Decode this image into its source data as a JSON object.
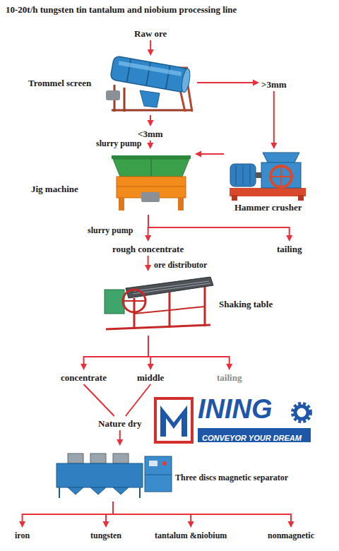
{
  "diagram": {
    "title": "10-20t/h tungsten tin tantalum and niobium processing line",
    "nodes": [
      {
        "text": [
          "Raw ore"
        ]
      },
      {
        "text": [
          "Trommel screen"
        ]
      },
      {
        "text": [
          ">3mm"
        ]
      },
      {
        "text": [
          "<3mm"
        ]
      },
      {
        "text": [
          "Hammer crusher"
        ]
      },
      {
        "text": [
          "Jig machine"
        ]
      },
      {
        "text": [
          "rough concentrate"
        ]
      },
      {
        "text": [
          "tailing"
        ]
      },
      {
        "text": [
          "Shaking table"
        ]
      },
      {
        "text": [
          "concentrate"
        ]
      },
      {
        "text": [
          "middle"
        ]
      },
      {
        "text": [
          "tailing"
        ]
      },
      {
        "text": [
          "Nature dry"
        ]
      },
      {
        "text": [
          "Three discs magnetic separator"
        ]
      },
      {
        "text": [
          "iron"
        ]
      },
      {
        "text": [
          "tungsten"
        ]
      },
      {
        "text": [
          "tantalum &niobium"
        ]
      },
      {
        "text": [
          "nonmagnetic"
        ]
      }
    ],
    "edges": [
      {
        "from": 0,
        "to": 1,
        "arrow": "to"
      },
      {
        "from": 1,
        "to": 2,
        "arrow": "to"
      },
      {
        "from": 1,
        "to": 3,
        "arrow": "to"
      },
      {
        "from": 2,
        "to": 4,
        "arrow": "to"
      },
      {
        "from": 4,
        "to": 5,
        "arrow": "to"
      },
      {
        "from": 3,
        "to": 5,
        "arrow": "to"
      },
      {
        "from": 5,
        "to": 6,
        "arrow": "to"
      },
      {
        "from": 5,
        "to": 7,
        "arrow": "to"
      },
      {
        "from": 6,
        "to": 8,
        "arrow": "to"
      },
      {
        "from": 8,
        "to": 9,
        "arrow": "to"
      },
      {
        "from": 8,
        "to": 10,
        "arrow": "to"
      },
      {
        "from": 8,
        "to": 11,
        "arrow": "to"
      },
      {
        "from": 9,
        "to": 12,
        "arrow": "none"
      },
      {
        "from": 10,
        "to": 12,
        "arrow": "none"
      },
      {
        "from": 12,
        "to": 13,
        "arrow": "to"
      },
      {
        "from": 13,
        "to": 14,
        "arrow": "to"
      },
      {
        "from": 13,
        "to": 15,
        "arrow": "to"
      },
      {
        "from": 13,
        "to": 16,
        "arrow": "to"
      },
      {
        "from": 13,
        "to": 17,
        "arrow": "to"
      }
    ],
    "labels": [
      "slurry pump",
      "slurry pump",
      "ore distributor",
      "INING",
      "CONVEYOR YOUR DREAM"
    ]
  }
}
